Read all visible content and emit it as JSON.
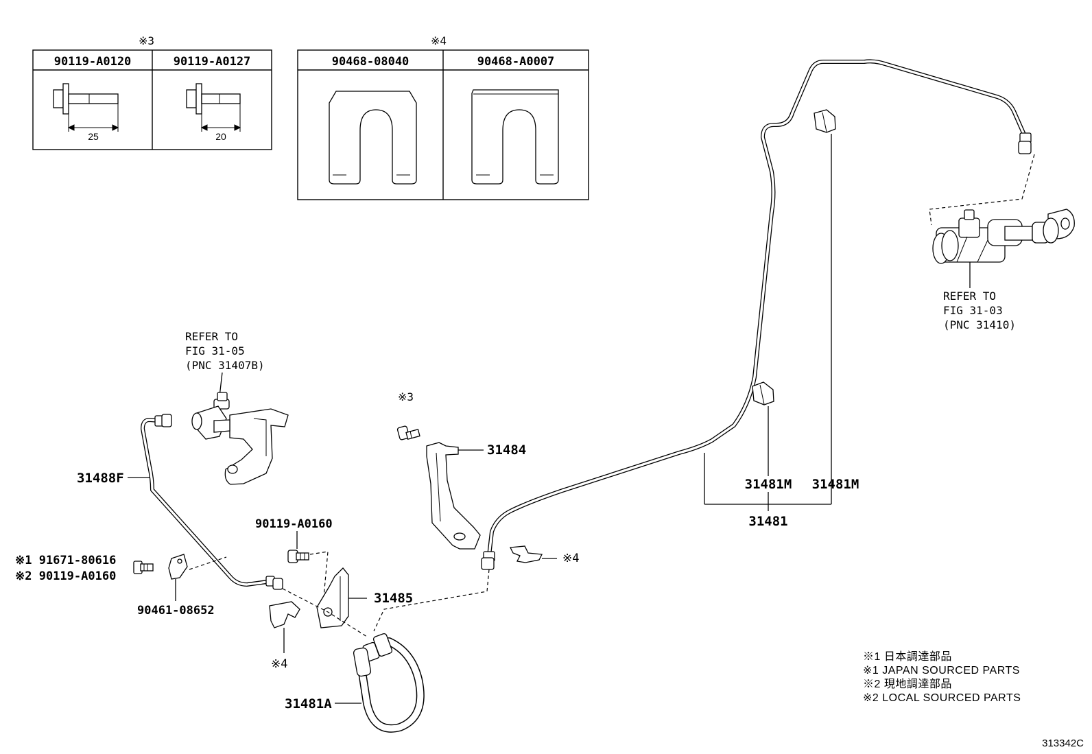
{
  "inset_boxes": {
    "bolts": {
      "marker": "※3",
      "columns": [
        {
          "part_no": "90119-A0120",
          "dimension": "25"
        },
        {
          "part_no": "90119-A0127",
          "dimension": "20"
        }
      ]
    },
    "clips": {
      "marker": "※4",
      "columns": [
        {
          "part_no": "90468-08040"
        },
        {
          "part_no": "90468-A0007"
        }
      ]
    }
  },
  "refer_notes": {
    "master_cylinder": {
      "line1": "REFER TO",
      "line2": "FIG 31-03",
      "line3": "(PNC 31410)"
    },
    "release_cylinder": {
      "line1": "REFER TO",
      "line2": "FIG 31-05",
      "line3": "(PNC 31407B)"
    }
  },
  "callouts": {
    "tube_front": "31488F",
    "bracket_upper": "31484",
    "bracket_lower": "31485",
    "flex_hose": "31481A",
    "clamp_left": "31481M",
    "clamp_right": "31481M",
    "pipe_assy": "31481",
    "bolt_mid": "90119-A0160",
    "bolt_mid_marker": "※3",
    "bolt_left_1": "※1 91671-80616",
    "bolt_left_2": "※2 90119-A0160",
    "bracket_small": "90461-08652",
    "clip_right": "※4",
    "clip_left": "※4"
  },
  "legend": [
    "※1  日本調達部品",
    "※1  JAPAN SOURCED PARTS",
    "※2  現地調達部品",
    "※2  LOCAL SOURCED PARTS"
  ],
  "figure_number": "313342C"
}
